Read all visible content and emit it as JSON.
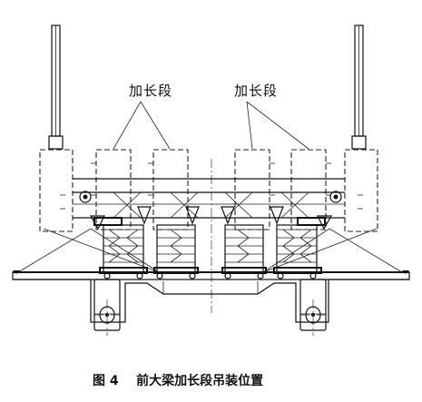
{
  "labels": {
    "left_segment": "加长段",
    "right_segment": "加长段"
  },
  "caption": "图 4    前大梁加长段吊装位置"
}
